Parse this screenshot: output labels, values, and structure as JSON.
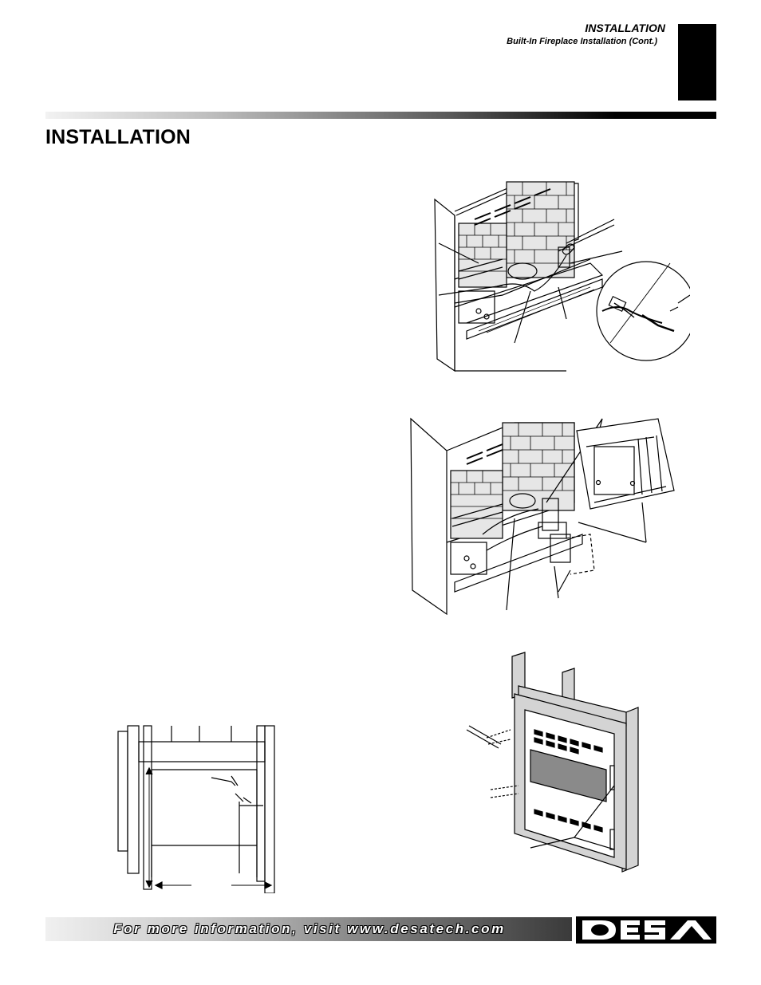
{
  "header": {
    "section": "INSTALLATION",
    "subsection": "Built-In Fireplace Installation (Cont.)"
  },
  "page_title": "INSTALLATION",
  "footer": {
    "text": "For more information, visit www.desatech.com",
    "logo_text": "DESA"
  },
  "colors": {
    "black": "#000000",
    "brick_fill": "#e6e6e6",
    "glass_fill": "#8a8a8a",
    "frame_fill": "#d4d4d4"
  }
}
